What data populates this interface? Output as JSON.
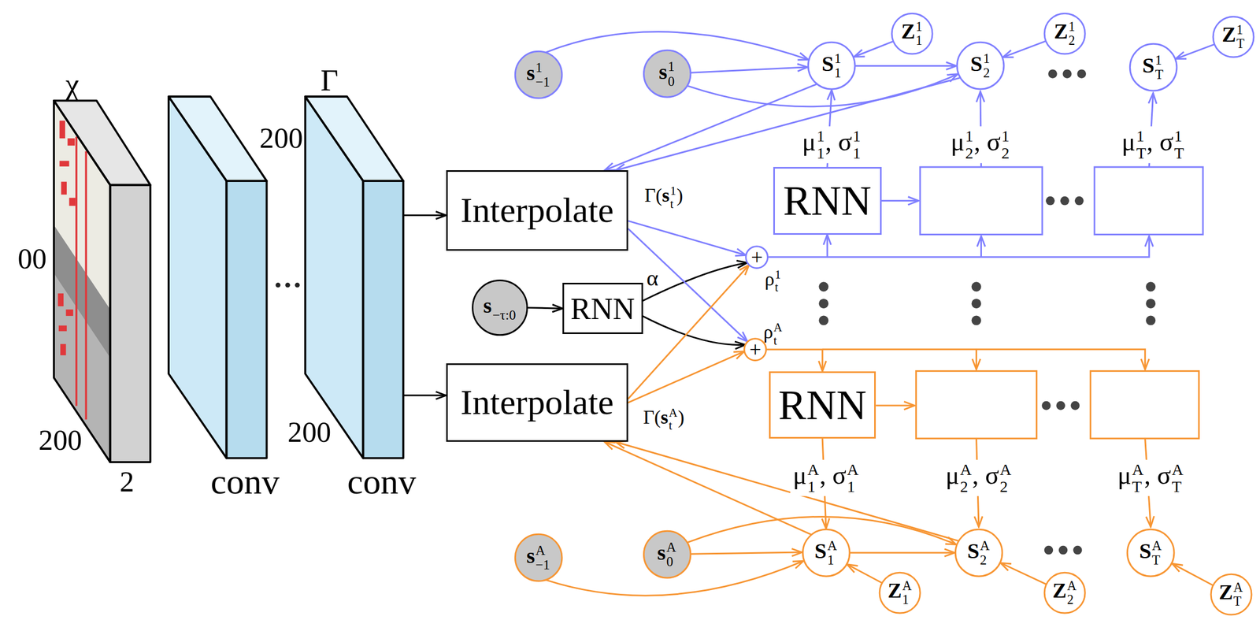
{
  "diagram": {
    "nodes": [
      {
        "text": [
          "χ"
        ]
      },
      {
        "text": [
          "conv"
        ]
      },
      {
        "text": [
          "Γ",
          "conv"
        ]
      },
      {
        "text": [
          "Interpolate"
        ]
      },
      {
        "text": [
          "Interpolate"
        ]
      },
      {
        "text": [
          "s",
          "−τ:0"
        ]
      },
      {
        "text": [
          "RNN"
        ]
      },
      {
        "text": [
          "+"
        ]
      },
      {
        "text": [
          "+"
        ]
      },
      {
        "text": [
          "s",
          "1",
          "−1"
        ]
      },
      {
        "text": [
          "s",
          "1",
          "0"
        ]
      },
      {
        "text": [
          "S",
          "1",
          "1"
        ]
      },
      {
        "text": [
          "S",
          "1",
          "2"
        ]
      },
      {
        "text": [
          "S",
          "1",
          "T"
        ]
      },
      {
        "text": [
          "Z",
          "1",
          "1"
        ]
      },
      {
        "text": [
          "Z",
          "1",
          "2"
        ]
      },
      {
        "text": [
          "Z",
          "1",
          "T"
        ]
      },
      {
        "text": [
          "RNN"
        ]
      },
      {
        "text": [
          "RNN"
        ]
      },
      {
        "text": [
          "s",
          "A",
          "−1"
        ]
      },
      {
        "text": [
          "s",
          "A",
          "0"
        ]
      },
      {
        "text": [
          "S",
          "A",
          "1"
        ]
      },
      {
        "text": [
          "S",
          "A",
          "2"
        ]
      },
      {
        "text": [
          "S",
          "A",
          "T"
        ]
      },
      {
        "text": [
          "Z",
          "A",
          "1"
        ]
      },
      {
        "text": [
          "Z",
          "A",
          "2"
        ]
      },
      {
        "text": [
          "Z",
          "A",
          "T"
        ]
      }
    ],
    "edges": [
      {
        "from": 2,
        "to": 3,
        "arrow": "to"
      },
      {
        "from": 2,
        "to": 4,
        "arrow": "to"
      },
      {
        "from": 5,
        "to": 6,
        "arrow": "to"
      },
      {
        "from": 6,
        "to": 7,
        "arrow": "to"
      },
      {
        "from": 6,
        "to": 8,
        "arrow": "to"
      },
      {
        "from": 3,
        "to": 7,
        "arrow": "to"
      },
      {
        "from": 3,
        "to": 8,
        "arrow": "to"
      },
      {
        "from": 4,
        "to": 7,
        "arrow": "to"
      },
      {
        "from": 4,
        "to": 8,
        "arrow": "to"
      },
      {
        "from": 7,
        "to": 17,
        "arrow": "to"
      },
      {
        "from": 8,
        "to": 18,
        "arrow": "to"
      },
      {
        "from": 17,
        "to": 11,
        "arrow": "to"
      },
      {
        "from": 18,
        "to": 21,
        "arrow": "to"
      },
      {
        "from": 14,
        "to": 11,
        "arrow": "to"
      },
      {
        "from": 15,
        "to": 12,
        "arrow": "to"
      },
      {
        "from": 16,
        "to": 13,
        "arrow": "to"
      },
      {
        "from": 24,
        "to": 21,
        "arrow": "to"
      },
      {
        "from": 25,
        "to": 22,
        "arrow": "to"
      },
      {
        "from": 26,
        "to": 23,
        "arrow": "to"
      },
      {
        "from": 10,
        "to": 11,
        "arrow": "to"
      },
      {
        "from": 11,
        "to": 12,
        "arrow": "to"
      },
      {
        "from": 9,
        "to": 11,
        "arrow": "to"
      },
      {
        "from": 10,
        "to": 12,
        "arrow": "to"
      },
      {
        "from": 11,
        "to": 3,
        "arrow": "to"
      },
      {
        "from": 12,
        "to": 3,
        "arrow": "to"
      },
      {
        "from": 20,
        "to": 21,
        "arrow": "to"
      },
      {
        "from": 21,
        "to": 22,
        "arrow": "to"
      },
      {
        "from": 19,
        "to": 21,
        "arrow": "to"
      },
      {
        "from": 20,
        "to": 22,
        "arrow": "to"
      },
      {
        "from": 21,
        "to": 4,
        "arrow": "to"
      },
      {
        "from": 22,
        "to": 4,
        "arrow": "to"
      }
    ],
    "labels": [
      "00",
      "200",
      "2",
      "200",
      "200",
      "Γ(",
      "s",
      "1",
      "t",
      ")",
      "Γ(",
      "s",
      "A",
      "t",
      ")",
      "α",
      "ρ",
      "1",
      "t",
      "ρ",
      "A",
      "t",
      "μ",
      "1",
      "1",
      ", σ",
      "1",
      "1",
      "μ",
      "1",
      "2",
      ", σ",
      "1",
      "2",
      "μ",
      "1",
      "T",
      ", σ",
      "1",
      "T",
      "μ",
      "A",
      "1",
      ", σ",
      "A",
      "1",
      "μ",
      "A",
      "2",
      ", σ",
      "A",
      "2",
      "μ",
      "A",
      "T",
      ", σ",
      "A",
      "T"
    ]
  }
}
